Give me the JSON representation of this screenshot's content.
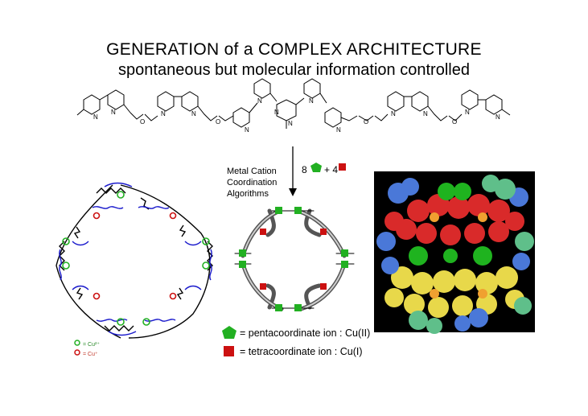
{
  "header": {
    "title": "GENERATION of a COMPLEX ARCHITECTURE",
    "subtitle": "spontaneous but molecular information controlled"
  },
  "molecule": {
    "atom_labels": [
      "N",
      "N",
      "O",
      "N",
      "N",
      "O",
      "N",
      "N",
      "N",
      "N",
      "N",
      "N",
      "O",
      "N",
      "N",
      "O",
      "N",
      "N"
    ]
  },
  "process": {
    "line1": "Metal Cation",
    "line2": "Coordination",
    "line3": "Algorithms",
    "count_green": "8",
    "plus": "+ 4"
  },
  "legend": {
    "penta": "= pentacoordinate ion : Cu(II)",
    "tetra": "= tetracoordinate ion : Cu(I)",
    "cu2_label": "= Cu²⁺",
    "cu1_label": "= Cu⁺"
  },
  "colors": {
    "green": "#22b022",
    "red": "#cc1111",
    "blue_ligand": "#1a1acc",
    "black_bg": "#000000"
  }
}
